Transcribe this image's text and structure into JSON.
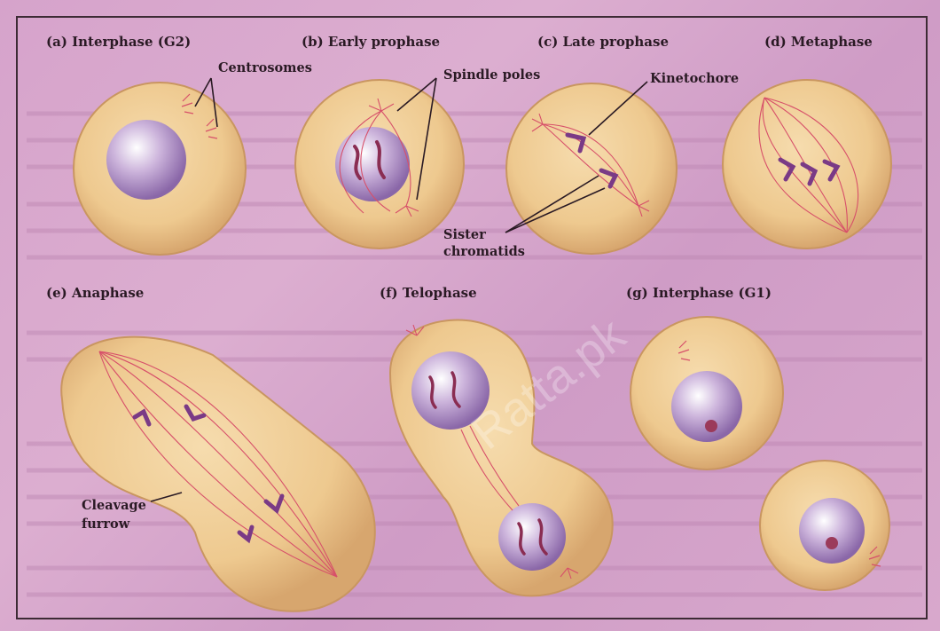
{
  "panels": {
    "a": "(a) Interphase (G2)",
    "b": "(b) Early prophase",
    "c": "(c) Late prophase",
    "d": "(d) Metaphase",
    "e": "(e) Anaphase",
    "f": "(f) Telophase",
    "g": "(g) Interphase (G1)"
  },
  "callouts": {
    "centrosomes": "Centrosomes",
    "spindle_poles": "Spindle poles",
    "kinetochore": "Kinetochore",
    "sister": "Sister",
    "chromatids": "chromatids",
    "cleavage": "Cleavage",
    "furrow": "furrow"
  },
  "watermark": "Ratta.pk",
  "colors": {
    "background": "#d6a3cb",
    "cytoplasm": "#eec98f",
    "nucleus": "#cdb5dc",
    "spindle": "#d7506a",
    "chromosome": "#7a3a86",
    "text": "#2a1a24"
  }
}
